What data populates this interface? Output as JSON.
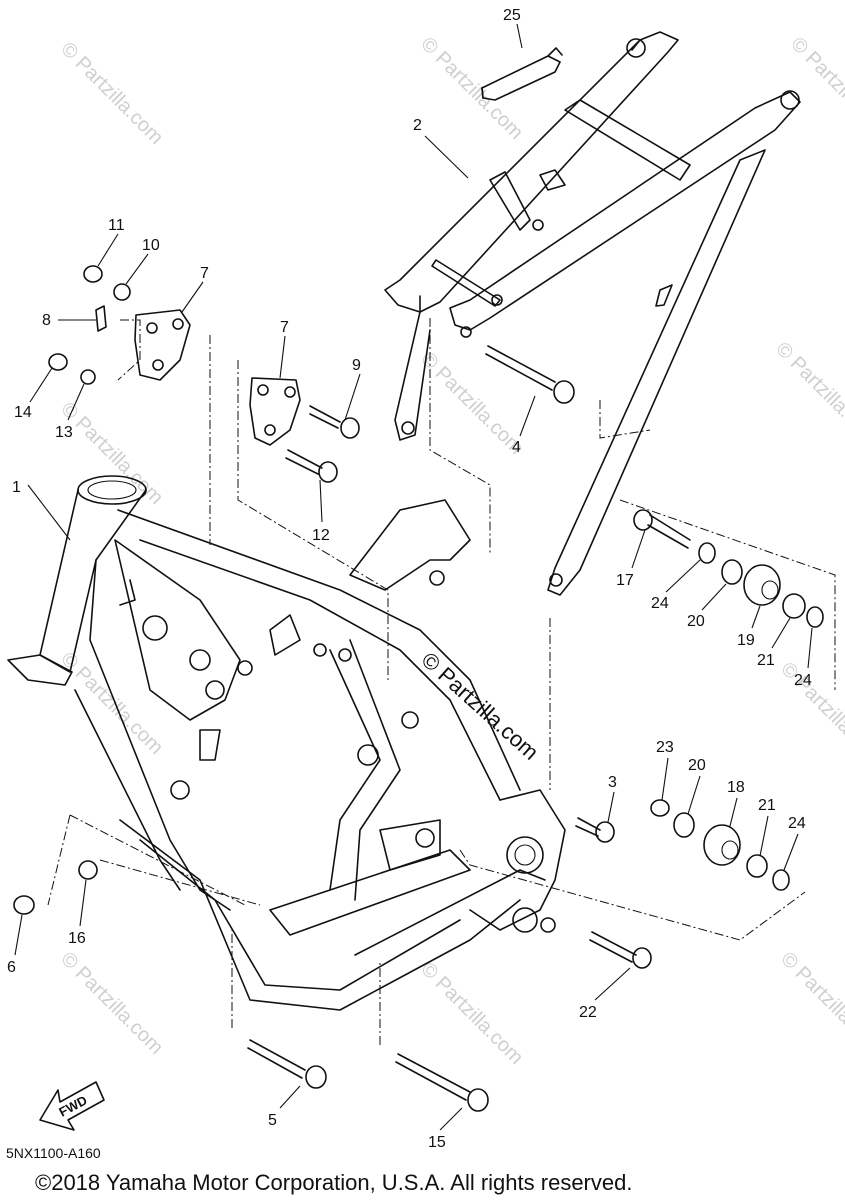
{
  "diagram": {
    "labels": [
      {
        "text": "25"
      },
      {
        "text": "2"
      },
      {
        "text": "11"
      },
      {
        "text": "10"
      },
      {
        "text": "7"
      },
      {
        "text": "8"
      },
      {
        "text": "7"
      },
      {
        "text": "9"
      },
      {
        "text": "14"
      },
      {
        "text": "13"
      },
      {
        "text": "4"
      },
      {
        "text": "1"
      },
      {
        "text": "12"
      },
      {
        "text": "17"
      },
      {
        "text": "24"
      },
      {
        "text": "20"
      },
      {
        "text": "19"
      },
      {
        "text": "21"
      },
      {
        "text": "24"
      },
      {
        "text": "23"
      },
      {
        "text": "20"
      },
      {
        "text": "18"
      },
      {
        "text": "3"
      },
      {
        "text": "21"
      },
      {
        "text": "24"
      },
      {
        "text": "16"
      },
      {
        "text": "6"
      },
      {
        "text": "22"
      },
      {
        "text": "5"
      },
      {
        "text": "15"
      }
    ],
    "fwd_label": "FWD",
    "diagram_code": "5NX1100-A160",
    "copyright": "©2018 Yamaha Motor Corporation, U.S.A. All rights reserved.",
    "watermark": "© Partzilla.com"
  }
}
